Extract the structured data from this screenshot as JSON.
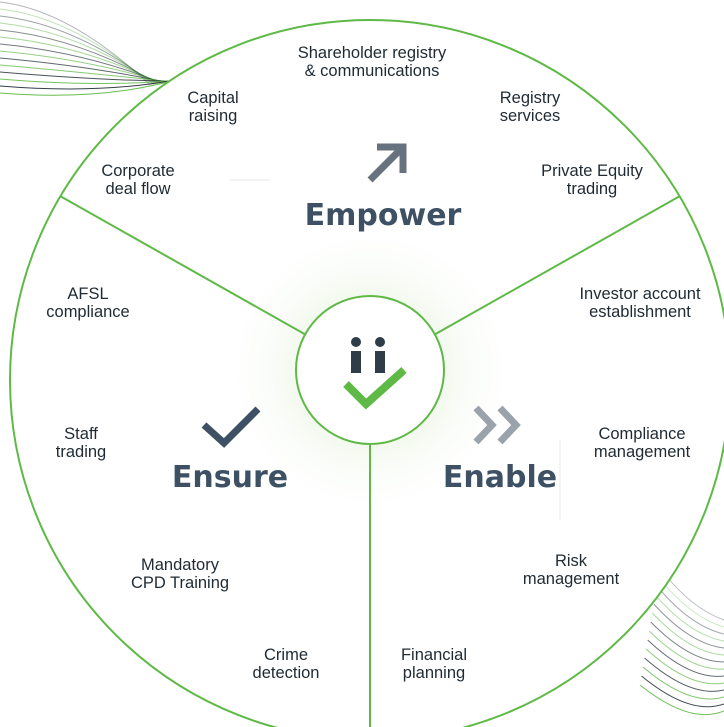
{
  "segments": {
    "empower": {
      "title": "Empower",
      "icon": "arrow-up-right-icon",
      "items": [
        [
          "Shareholder registry",
          "& communications"
        ],
        [
          "Capital",
          "raising"
        ],
        [
          "Registry",
          "services"
        ],
        [
          "Corporate",
          "deal flow"
        ],
        [
          "Private Equity",
          "trading"
        ]
      ]
    },
    "ensure": {
      "title": "Ensure",
      "icon": "checkmark-icon",
      "items": [
        [
          "AFSL",
          "compliance"
        ],
        [
          "Staff",
          "trading"
        ],
        [
          "Mandatory",
          "CPD Training"
        ],
        [
          "Crime",
          "detection"
        ]
      ]
    },
    "enable": {
      "title": "Enable",
      "icon": "double-chevron-right-icon",
      "items": [
        [
          "Investor account",
          "establishment"
        ],
        [
          "Compliance",
          "management"
        ],
        [
          "Risk",
          "management"
        ],
        [
          "Financial",
          "planning"
        ]
      ]
    }
  },
  "center_logo": "logo-icon",
  "colors": {
    "green": "#5fb946",
    "green_light": "#8ccf6a",
    "slate": "#3e5164",
    "text": "#1f2a33"
  }
}
